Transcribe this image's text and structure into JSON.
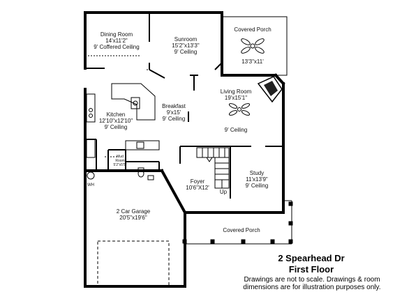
{
  "address": "2 Spearhead Dr",
  "floor": "First Floor",
  "disclaimer_line1": "Drawings are not to scale. Drawings & room",
  "disclaimer_line2": "dimensions are for illustration purposes only.",
  "rooms": {
    "dining": {
      "name": "Dining Room",
      "dims": "14'x11'2\"",
      "note": "9' Coffered Ceiling"
    },
    "sunroom": {
      "name": "Sunroom",
      "dims": "15'2\"x13'3\"",
      "note": "9' Ceiling"
    },
    "covered_porch_top": {
      "name": "Covered Porch",
      "dims": "13'3\"x11'"
    },
    "living": {
      "name": "Living Room",
      "dims": "19'x15'1\"",
      "note": "9' Ceiling"
    },
    "breakfast": {
      "name": "Breakfast",
      "dims": "9'x15'",
      "note": "9' Ceiling"
    },
    "kitchen": {
      "name": "Kitchen",
      "dims": "12'10\"x12'10\"",
      "note": "9' Ceiling"
    },
    "mud": {
      "name": "Mud",
      "name2": "Room",
      "dims": "5'2\"x5'5\""
    },
    "wh": {
      "name": "WH"
    },
    "foyer": {
      "name": "Foyer",
      "dims": "10'6\"X12'"
    },
    "up": {
      "name": "Up"
    },
    "study": {
      "name": "Study",
      "dims": "11'x13'9\"",
      "note": "9' Ceiling"
    },
    "garage": {
      "name": "2 Car Garage",
      "dims": "20'5\"x19'6\""
    },
    "covered_porch_bottom": {
      "name": "Covered Porch"
    }
  }
}
